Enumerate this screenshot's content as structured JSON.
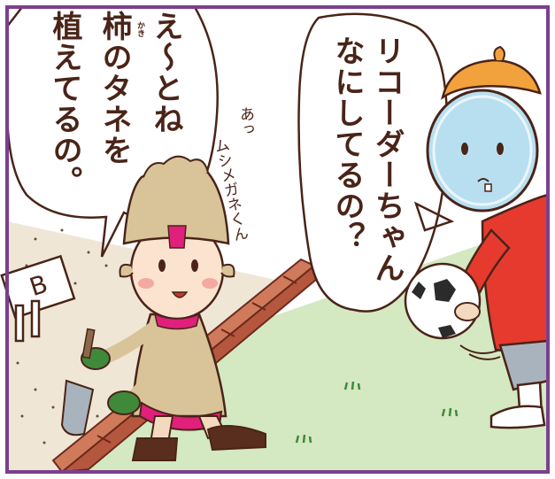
{
  "speech_right": {
    "col1": "リコーダーちゃん",
    "col2": "なにしてるの？"
  },
  "speech_left": {
    "col1": "え〜とね",
    "col2": "柿のタネを",
    "col3": "植えてるの。",
    "ruby": "かき"
  },
  "sfx": {
    "col1": "あっ",
    "col2": "ムシメガネくん"
  },
  "sign": "B",
  "colors": {
    "frame": "#7b3f8c",
    "lawn": "#d4e8c2",
    "outline": "#4a2418",
    "hat_orange": "#f2a23c",
    "lens_blue": "#b8dff0",
    "shirt_red": "#e63a2e",
    "kaki_tan": "#d9c49a",
    "kaki_pink": "#e0207a",
    "glove_green": "#3f8a3a",
    "brick": "#b5573e"
  }
}
